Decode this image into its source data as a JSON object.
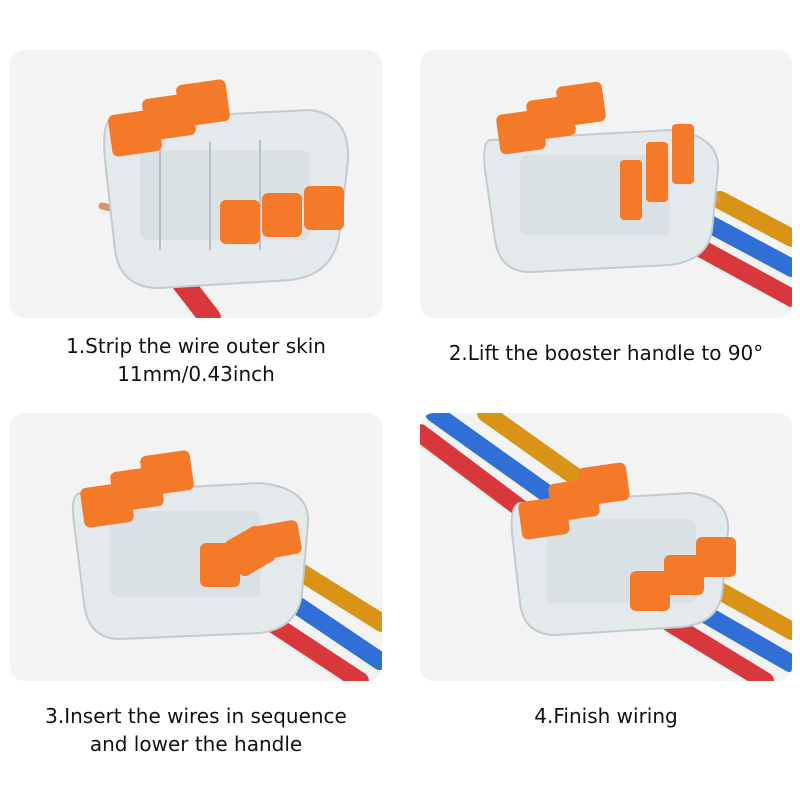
{
  "steps": [
    {
      "line1": "1.Strip the wire outer skin",
      "line2": "11mm/0.43inch"
    },
    {
      "line1": "2.Lift the booster handle to 90°",
      "line2": ""
    },
    {
      "line1": "3.Insert the wires in sequence",
      "line2": "and lower the handle"
    },
    {
      "line1": "4.Finish wiring",
      "line2": ""
    }
  ],
  "colors": {
    "lever_orange": "#f47a2a",
    "wire_red": "#d8373c",
    "wire_blue": "#2f6fd6",
    "wire_gold": "#d99417",
    "copper": "#d8946a",
    "housing_clear": "#e6ebee"
  }
}
